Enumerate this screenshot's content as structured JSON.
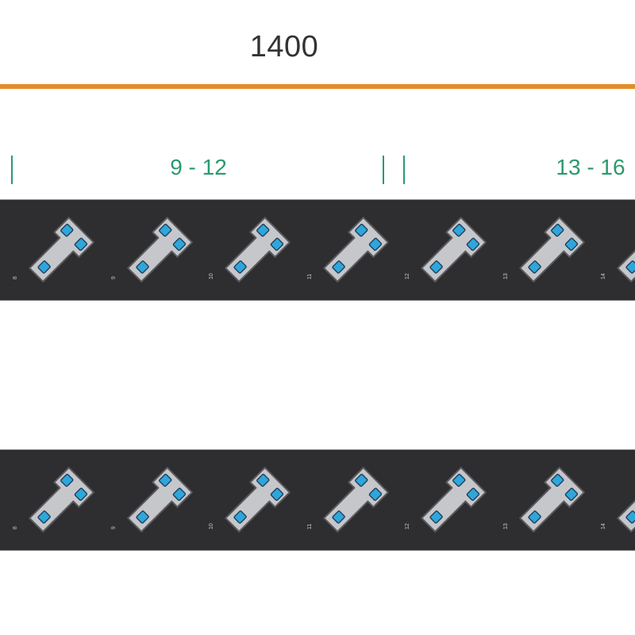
{
  "colors": {
    "dimension_line": "#e58c2a",
    "group_label": "#2a9a6e",
    "strip_body": "#2e2e31",
    "socket_face": "#c6c7cb",
    "socket_outline": "#5a5a5e",
    "socket_pin": "#2fa6d9",
    "socket_pin_outline": "#1f3f5e"
  },
  "dimension": {
    "value": "1400"
  },
  "groups": [
    {
      "label": "9 - 12"
    },
    {
      "label": "13 - 16"
    }
  ],
  "strips": [
    {
      "outlets": [
        {
          "number": "8"
        },
        {
          "number": "9"
        },
        {
          "number": "10"
        },
        {
          "number": "11"
        },
        {
          "number": "12"
        },
        {
          "number": "13"
        },
        {
          "number": "14"
        }
      ]
    },
    {
      "outlets": [
        {
          "number": "8"
        },
        {
          "number": "9"
        },
        {
          "number": "10"
        },
        {
          "number": "11"
        },
        {
          "number": "12"
        },
        {
          "number": "13"
        },
        {
          "number": "14"
        }
      ]
    }
  ],
  "icons": {
    "outlet": "c13-socket-icon"
  }
}
